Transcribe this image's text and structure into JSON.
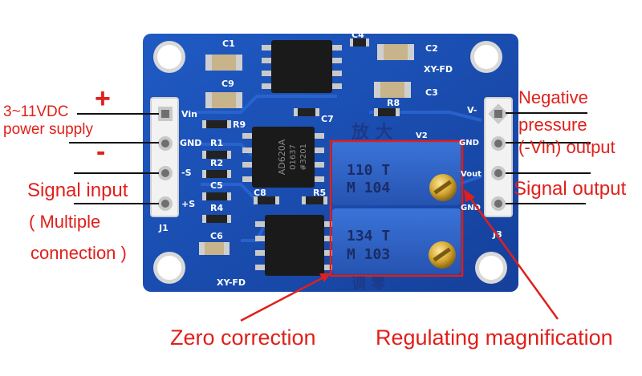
{
  "board": {
    "silkscreen": {
      "c1": "C1",
      "c2": "C2",
      "c3": "C3",
      "c4": "C4",
      "c5": "C5",
      "c6": "C6",
      "c7": "C7",
      "c8": "C8",
      "c9": "C9",
      "r1": "R1",
      "r2": "R2",
      "r4": "R4",
      "r5": "R5",
      "r8": "R8",
      "r9": "R9",
      "brand_top": "XY-FD",
      "brand_bottom": "XY-FD",
      "vin": "Vin",
      "gnd_left": "GND",
      "minus_s": "-S",
      "plus_s": "+S",
      "j1": "J1",
      "v_minus": "V-",
      "gnd_right": "GND",
      "vout": "Vout",
      "gnd_right2": "GND",
      "j3": "J3",
      "cjk_top": "放 大",
      "cjk_bottom": "调 零",
      "vr_mark": "V2"
    },
    "chip_top": {
      "line1": "AD620A",
      "line2": "01637",
      "line3": "#3201"
    },
    "pot_upper": {
      "line1": "110  T",
      "line2": "M 104"
    },
    "pot_lower": {
      "line1": "134  T",
      "line2": "M 103"
    }
  },
  "callouts": {
    "plus_symbol": "+",
    "supply_line1": "3~11VDC",
    "supply_line2": "power supply",
    "minus_symbol": "-",
    "signal_input": "Signal input",
    "multiple_line1": "( Multiple",
    "multiple_line2": "connection )",
    "negative_line1": "Negative",
    "negative_line2": "pressure",
    "negative_line3": "(-Vin) output",
    "signal_output": "Signal output",
    "zero_correction": "Zero correction",
    "regulating": "Regulating magnification"
  },
  "colors": {
    "pcb": "#1a4fb3",
    "annotation": "#e0201b",
    "pot_body": "#2f64c8",
    "chip": "#1a1a1a",
    "screw": "#d4a630"
  }
}
